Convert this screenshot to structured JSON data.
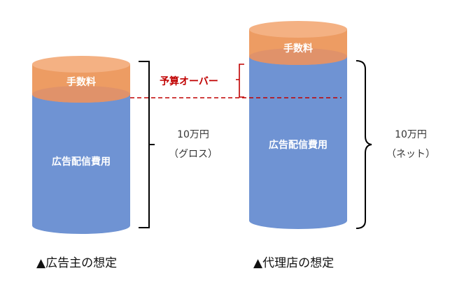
{
  "left": {
    "fee_label": "手数料",
    "cost_label": "広告配信費用",
    "amount": "10万円",
    "amount_type": "（グロス）",
    "caption": "▲広告主の想定"
  },
  "right": {
    "fee_label": "手数料",
    "cost_label": "広告配信費用",
    "amount": "10万円",
    "amount_type": "（ネット）",
    "caption": "▲代理店の想定"
  },
  "over_budget_label": "予算オーバー",
  "colors": {
    "fee_body": "#ED9C63",
    "fee_top": "#F4B183",
    "cost_body": "#6F93D3",
    "budget_line": "#C00000"
  }
}
